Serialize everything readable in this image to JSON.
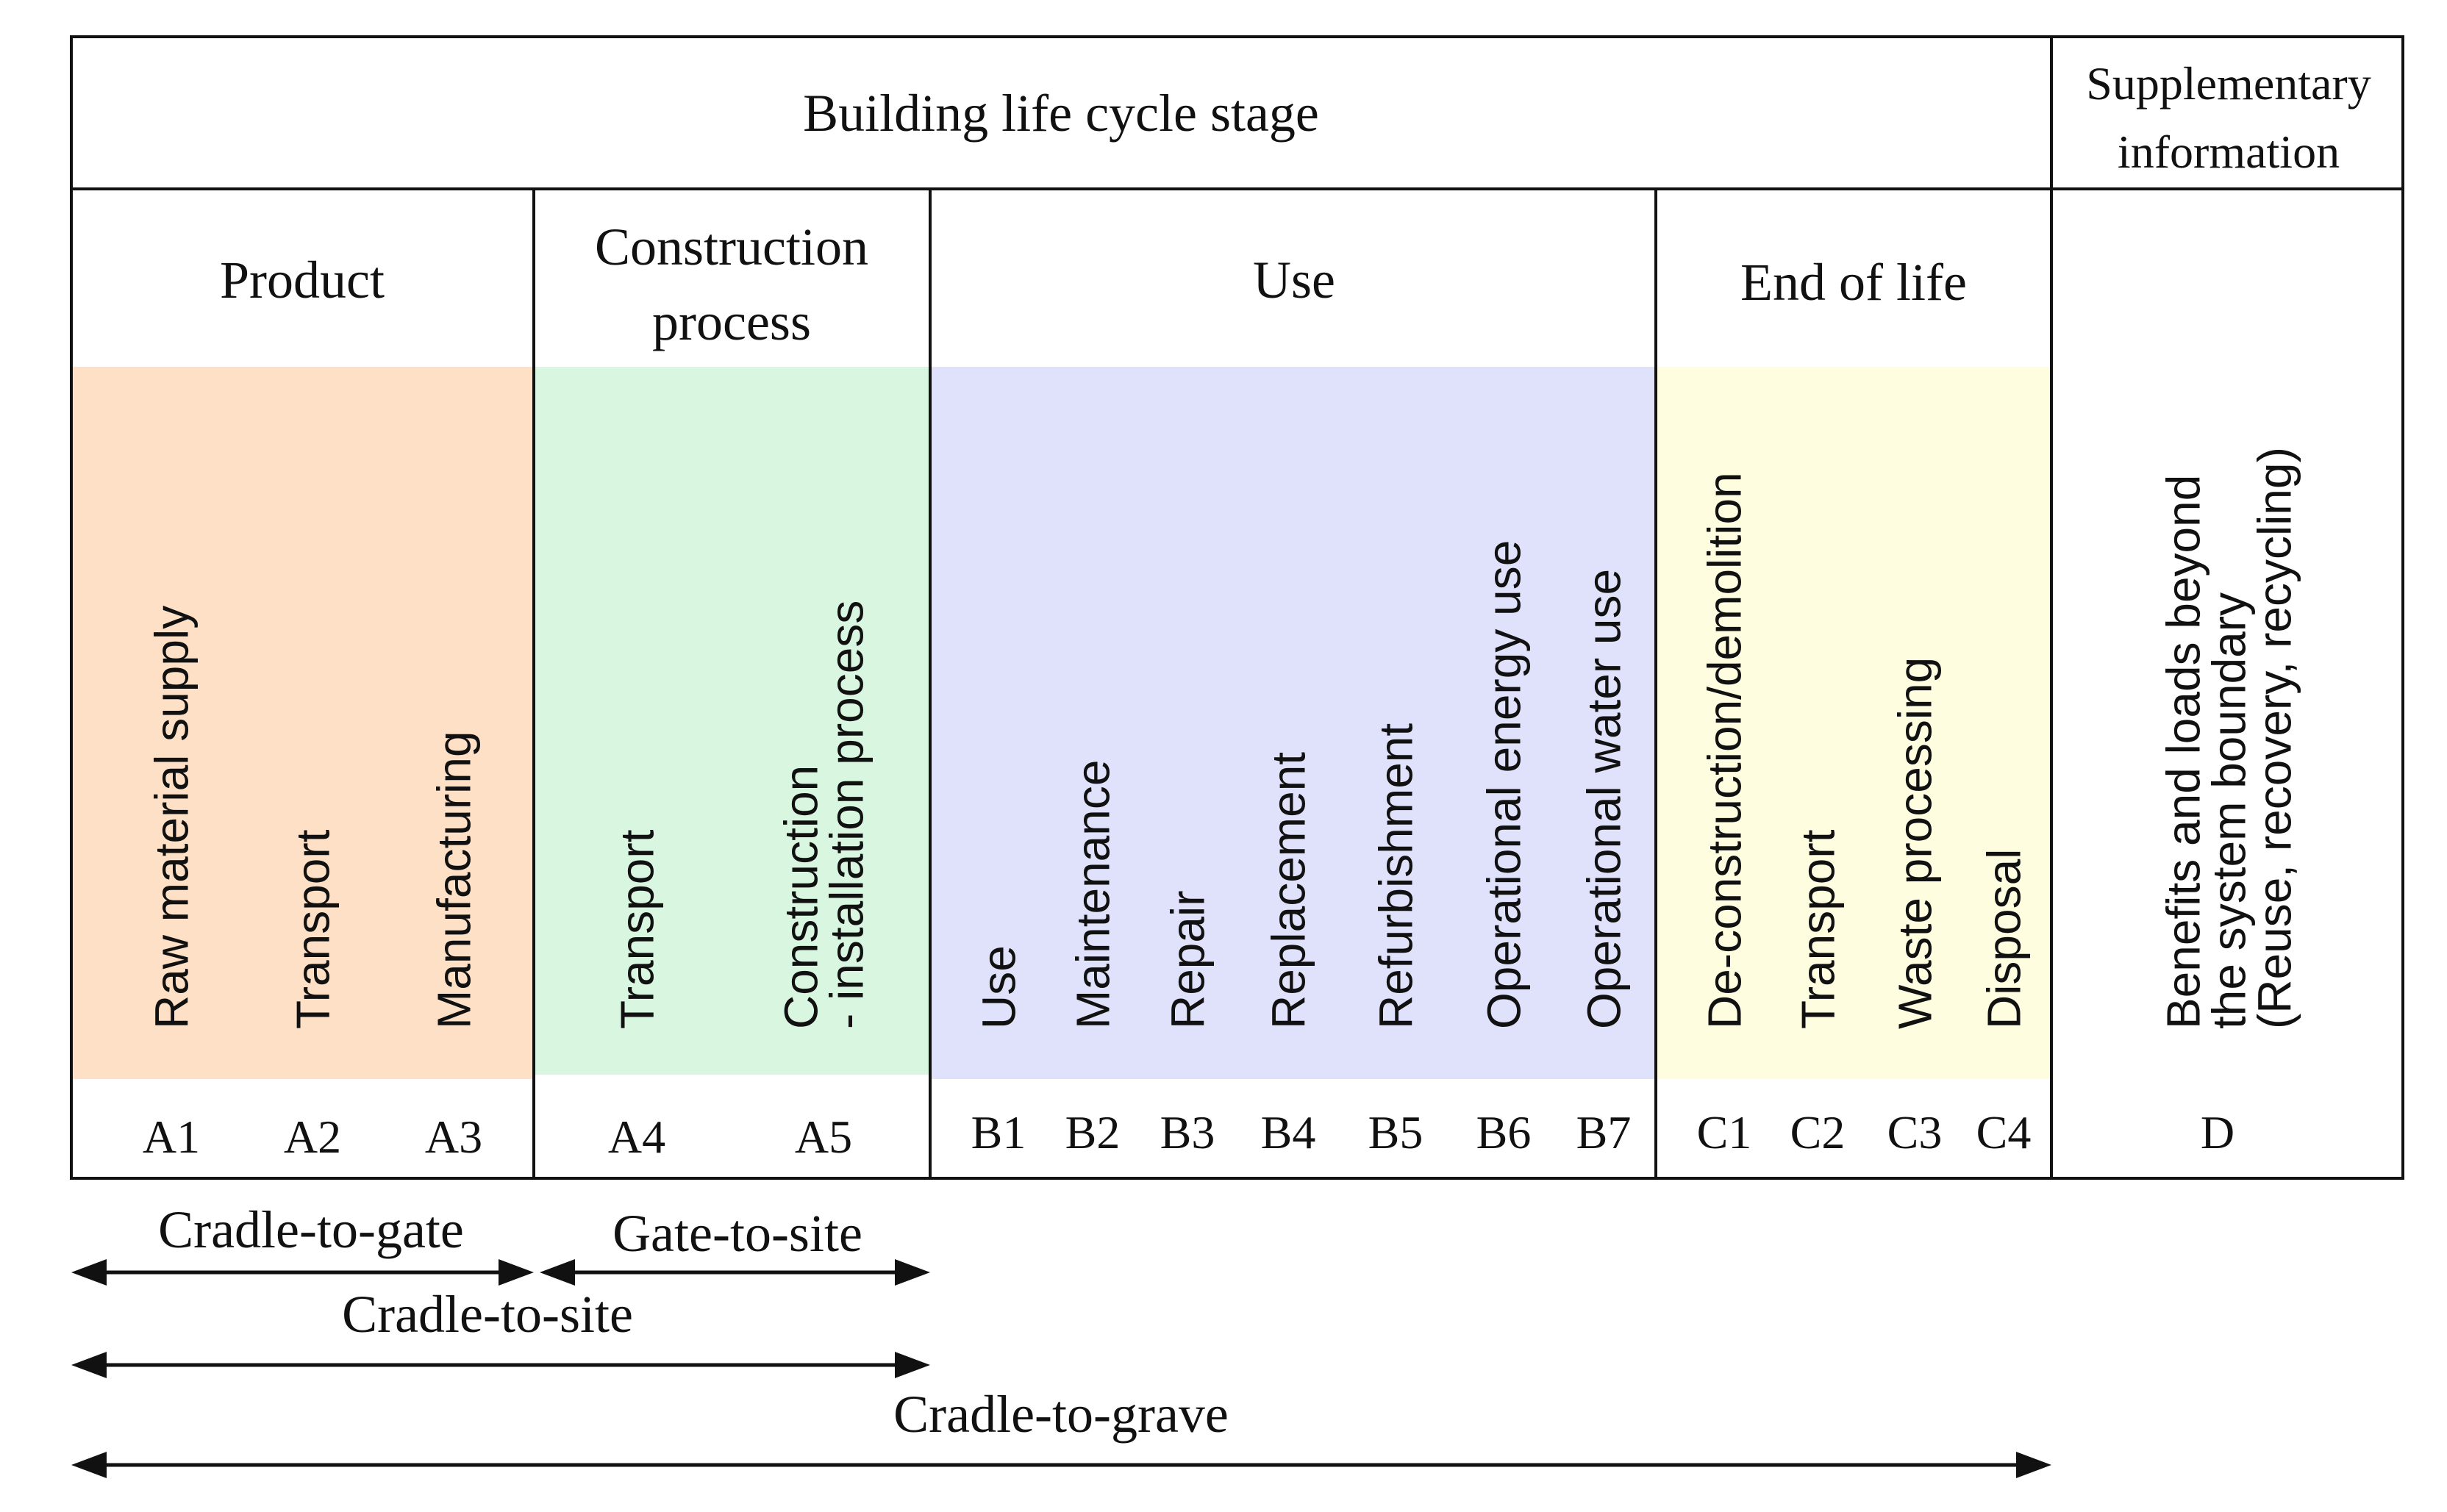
{
  "header": {
    "title": "Building life cycle stage",
    "supplementary": [
      "Supplementary",
      "information"
    ]
  },
  "colors": {
    "product": "#fde0c5",
    "construction": "#d9f7e0",
    "use": "#e0e1fb",
    "end_of_life": "#fefde0",
    "line": "#111111"
  },
  "stages": [
    {
      "id": "product",
      "title": [
        "Product"
      ],
      "color": "#fde0c5",
      "modules": [
        {
          "code": "A1",
          "label": [
            "Raw material supply"
          ]
        },
        {
          "code": "A2",
          "label": [
            "Transport"
          ]
        },
        {
          "code": "A3",
          "label": [
            "Manufacturing"
          ]
        }
      ]
    },
    {
      "id": "construction",
      "title": [
        "Construction",
        "process"
      ],
      "color": "#d9f7e0",
      "modules": [
        {
          "code": "A4",
          "label": [
            "Transport"
          ]
        },
        {
          "code": "A5",
          "label": [
            "Construction",
            "- installation process"
          ]
        }
      ]
    },
    {
      "id": "use",
      "title": [
        "Use"
      ],
      "color": "#e0e1fb",
      "modules": [
        {
          "code": "B1",
          "label": [
            "Use"
          ]
        },
        {
          "code": "B2",
          "label": [
            "Maintenance"
          ]
        },
        {
          "code": "B3",
          "label": [
            "Repair"
          ]
        },
        {
          "code": "B4",
          "label": [
            "Replacement"
          ]
        },
        {
          "code": "B5",
          "label": [
            "Refurbishment"
          ]
        },
        {
          "code": "B6",
          "label": [
            "Operational energy use"
          ]
        },
        {
          "code": "B7",
          "label": [
            "Operational water use"
          ]
        }
      ]
    },
    {
      "id": "end_of_life",
      "title": [
        "End of life"
      ],
      "color": "#fefde0",
      "modules": [
        {
          "code": "C1",
          "label": [
            "De-construction/demolition"
          ]
        },
        {
          "code": "C2",
          "label": [
            "Transport"
          ]
        },
        {
          "code": "C3",
          "label": [
            "Waste processing"
          ]
        },
        {
          "code": "C4",
          "label": [
            "Disposal"
          ]
        }
      ]
    }
  ],
  "supplementary_module": {
    "code": "D",
    "label": [
      "Benefits and loads beyond",
      "the system boundary",
      "(Reuse, recovery, recycling)"
    ]
  },
  "scopes": [
    {
      "id": "cradle-to-gate",
      "label": "Cradle-to-gate"
    },
    {
      "id": "gate-to-site",
      "label": "Gate-to-site"
    },
    {
      "id": "cradle-to-site",
      "label": "Cradle-to-site"
    },
    {
      "id": "cradle-to-grave",
      "label": "Cradle-to-grave"
    }
  ]
}
